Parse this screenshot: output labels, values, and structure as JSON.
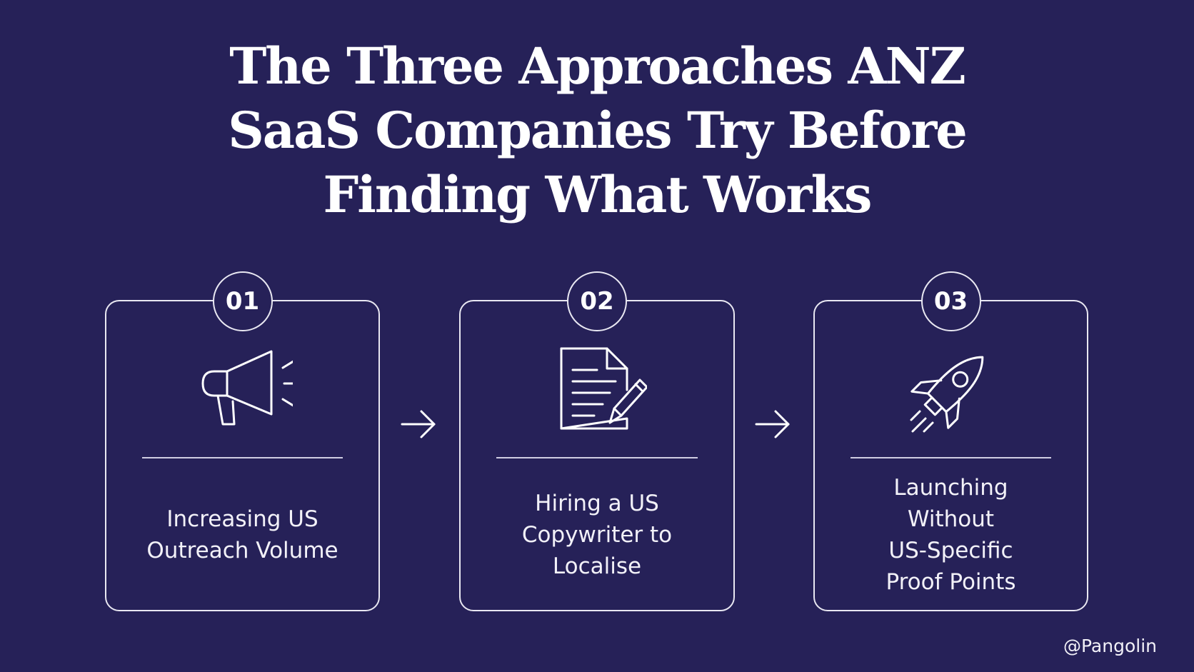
{
  "title": {
    "lines": [
      "The Three Approaches ANZ",
      "SaaS Companies Try Before",
      "Finding What Works"
    ]
  },
  "steps": [
    {
      "number": "01",
      "icon": "megaphone-icon",
      "label_lines": [
        "Increasing US",
        "Outreach Volume"
      ]
    },
    {
      "number": "02",
      "icon": "document-pencil-icon",
      "label_lines": [
        "Hiring a US",
        "Copywriter to",
        "Localise"
      ]
    },
    {
      "number": "03",
      "icon": "rocket-icon",
      "label_lines": [
        "Launching",
        "Without",
        "US-Specific",
        "Proof Points"
      ]
    }
  ],
  "connectors": [
    "arrow-right-icon",
    "arrow-right-icon"
  ],
  "footer": {
    "handle": "@Pangolin"
  },
  "colors": {
    "background": "#262158",
    "text": "#ffffff",
    "outline": "#e9e8f2"
  }
}
